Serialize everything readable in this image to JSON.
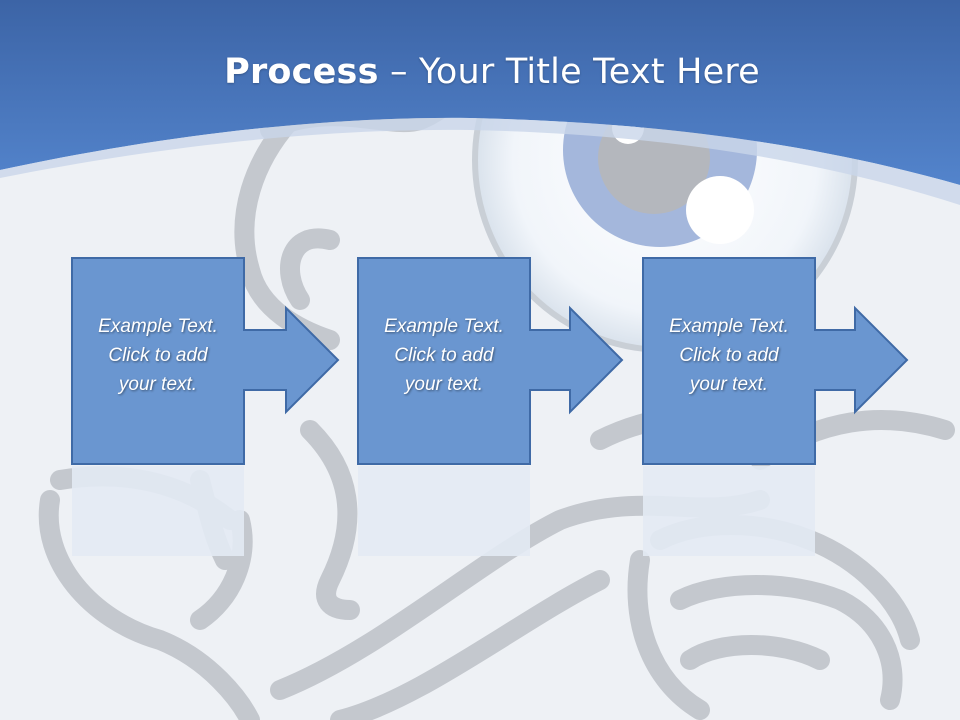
{
  "slide": {
    "title_bold": "Process",
    "title_rest": " – Your Title Text Here",
    "steps": [
      {
        "lines": [
          "Example Text.",
          "Click  to add",
          "your text."
        ]
      },
      {
        "lines": [
          "Example Text.",
          "Click  to add",
          "your text."
        ]
      },
      {
        "lines": [
          "Example Text.",
          "Click  to add",
          "your text."
        ]
      }
    ]
  },
  "colors": {
    "header_blue": "#4a7cc4",
    "box_fill": "#6a96d0",
    "box_border": "#3f6aa6",
    "background": "#eef1f5"
  }
}
